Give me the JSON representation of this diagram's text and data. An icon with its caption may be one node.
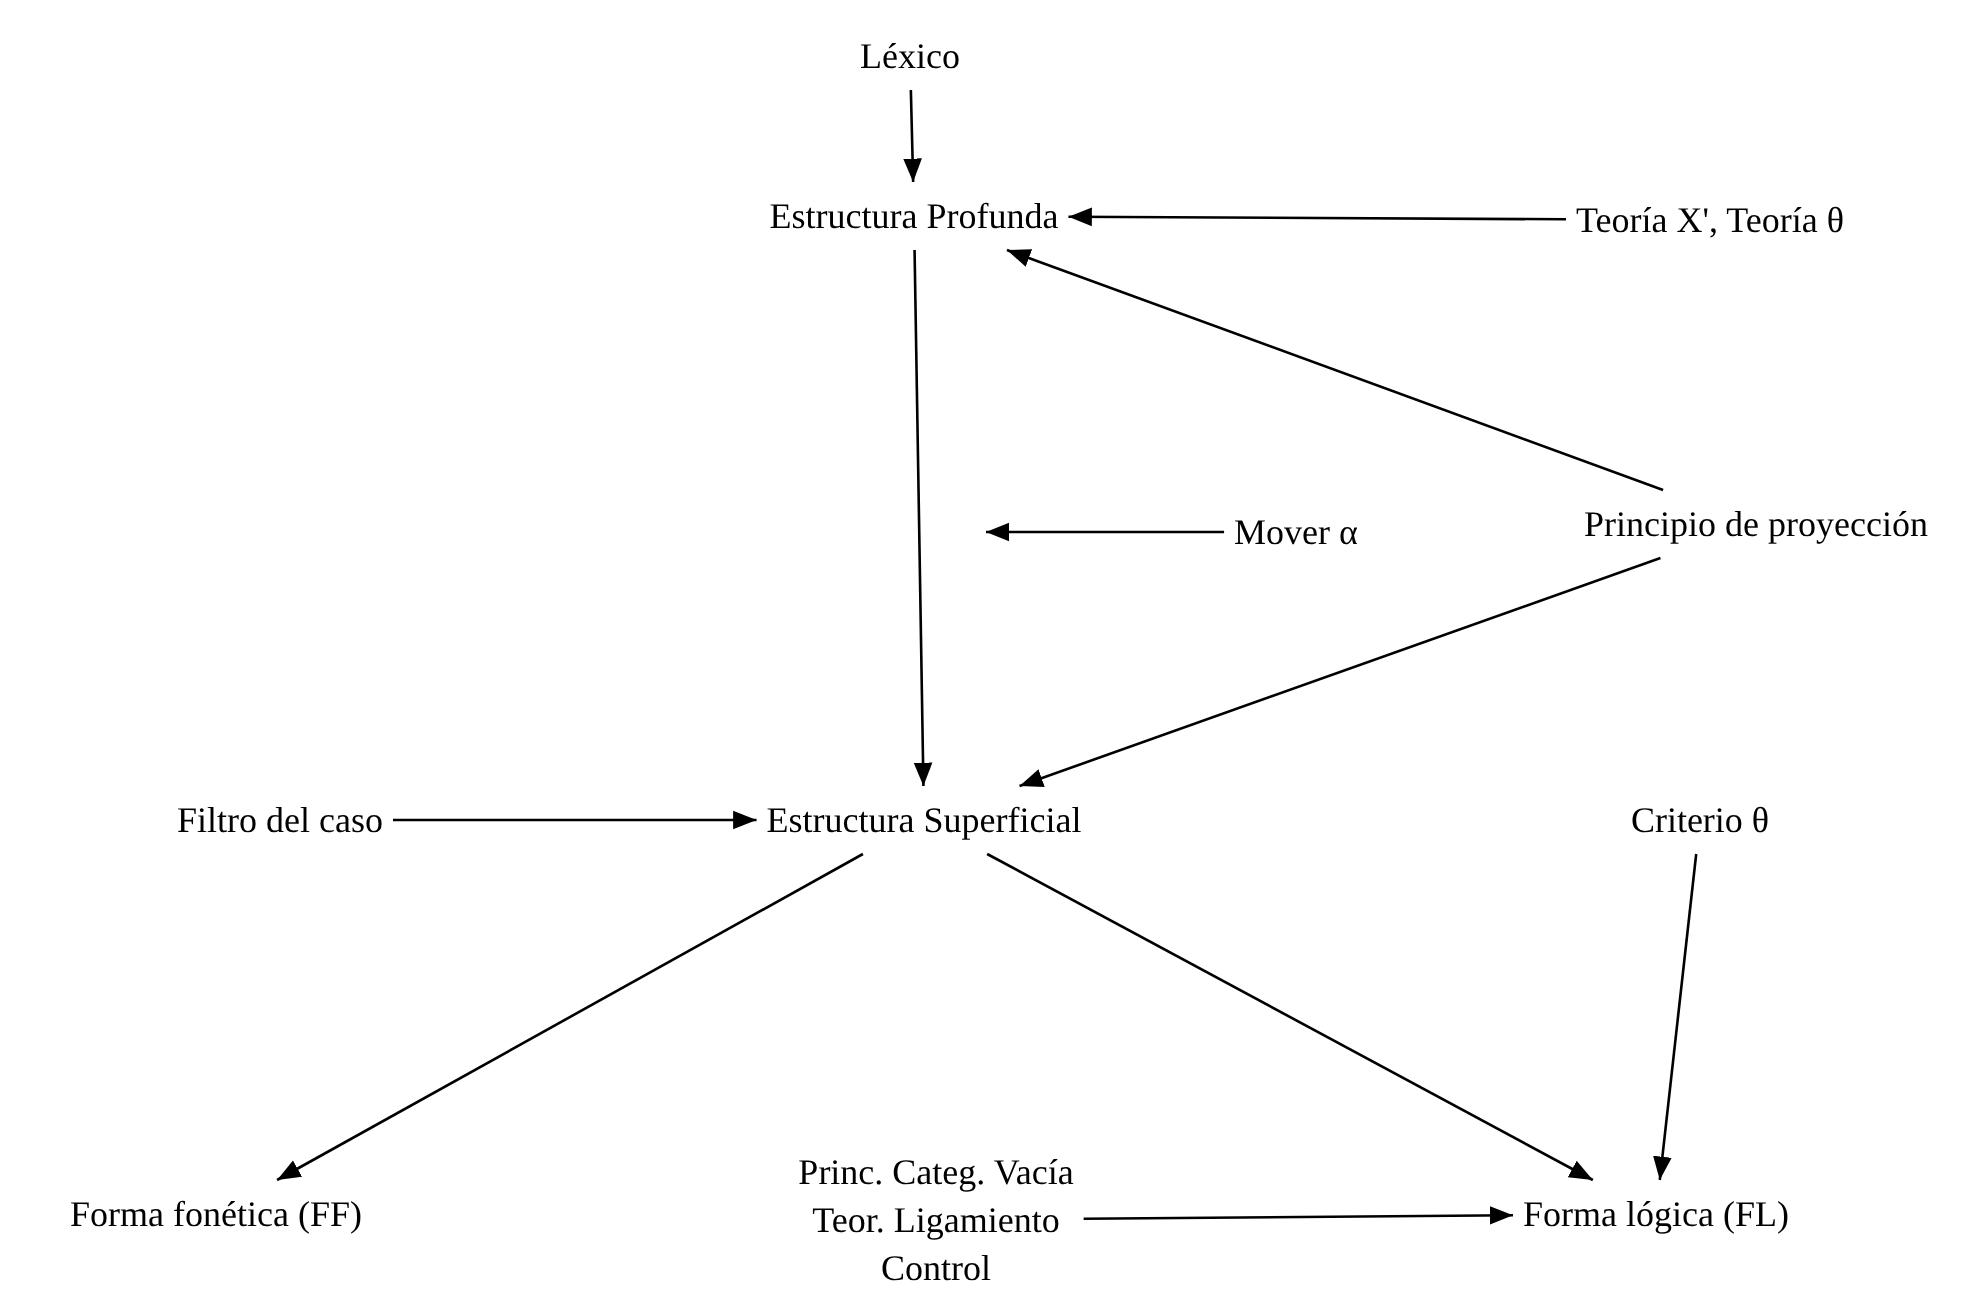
{
  "diagram": {
    "nodes": [
      {
        "text": [
          "Léxico"
        ]
      },
      {
        "text": [
          "Estructura Profunda"
        ]
      },
      {
        "text": [
          "Teoría X', Teoría θ"
        ]
      },
      {
        "text": [
          "Mover α"
        ]
      },
      {
        "text": [
          "Principio de proyección"
        ]
      },
      {
        "text": [
          "Filtro del caso"
        ]
      },
      {
        "text": [
          "Estructura Superficial"
        ]
      },
      {
        "text": [
          "Criterio θ"
        ]
      },
      {
        "text": [
          "Forma fonética (FF)"
        ]
      },
      {
        "text": [
          "Princ. Categ. Vacía",
          "Teor. Ligamiento",
          "Control"
        ]
      },
      {
        "text": [
          "Forma lógica (FL)"
        ]
      }
    ],
    "edges": [
      {
        "from": 0,
        "to": 1,
        "arrow": "to"
      },
      {
        "from": 2,
        "to": 1,
        "arrow": "to"
      },
      {
        "from": 1,
        "to": 6,
        "arrow": "to"
      },
      {
        "from": 3,
        "to": null,
        "arrow": "to"
      },
      {
        "from": 4,
        "to": 1,
        "arrow": "to"
      },
      {
        "from": 4,
        "to": 6,
        "arrow": "to"
      },
      {
        "from": 5,
        "to": 6,
        "arrow": "to"
      },
      {
        "from": 6,
        "to": 8,
        "arrow": "to"
      },
      {
        "from": 6,
        "to": 10,
        "arrow": "to"
      },
      {
        "from": 7,
        "to": 10,
        "arrow": "to"
      },
      {
        "from": 9,
        "to": 10,
        "arrow": "to"
      }
    ]
  }
}
